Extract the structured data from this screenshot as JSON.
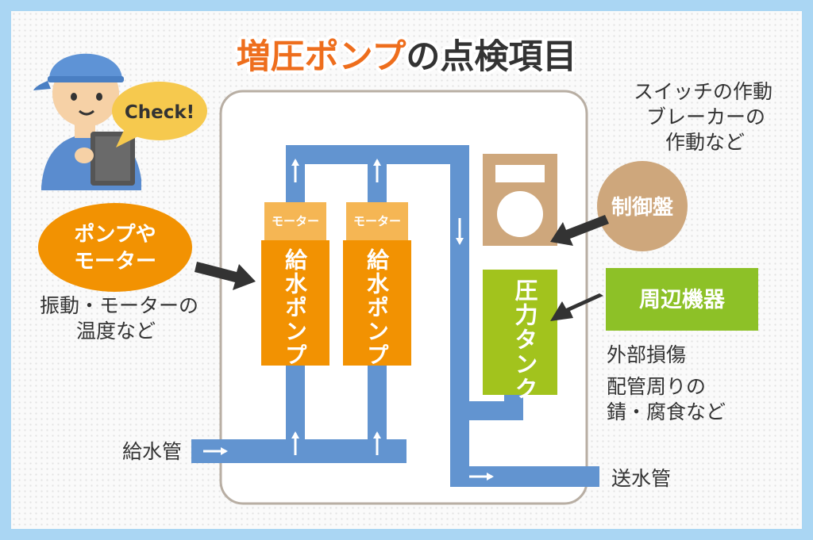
{
  "title": {
    "part1": "増圧ポンプ",
    "part2": "の点検項目"
  },
  "speech": "Check!",
  "pumps": [
    {
      "motor": "モーター",
      "label": "給水ポンプ"
    },
    {
      "motor": "モーター",
      "label": "給水ポンプ"
    }
  ],
  "pressure_tank": "圧力タンク",
  "control_panel": "制御盤",
  "peripheral": "周辺機器",
  "pump_motor_bubble": {
    "line1": "ポンプや",
    "line2": "モーター"
  },
  "notes": {
    "pump_line1": "振動・モーターの",
    "pump_line2": "温度など",
    "control_line1": "スイッチの作動",
    "control_line2": "ブレーカーの",
    "control_line3": "作動など",
    "peripheral_line1": "外部損傷",
    "peripheral_line2": "配管周りの",
    "peripheral_line3": "錆・腐食など"
  },
  "pipes": {
    "inlet": "給水管",
    "outlet": "送水管"
  },
  "colors": {
    "background": "#aad6f3",
    "pipe": "#6294d0",
    "pump": "#f29202",
    "motor": "#f5b654",
    "tank": "#a2c31d",
    "peripheral": "#8dc127",
    "control": "#cea77c",
    "title_orange": "#ee6e1d",
    "arrow": "#333333"
  },
  "icons": [
    "worker-icon",
    "tablet-icon",
    "speech-bubble-icon",
    "arrow-icon",
    "gauge-icon"
  ]
}
